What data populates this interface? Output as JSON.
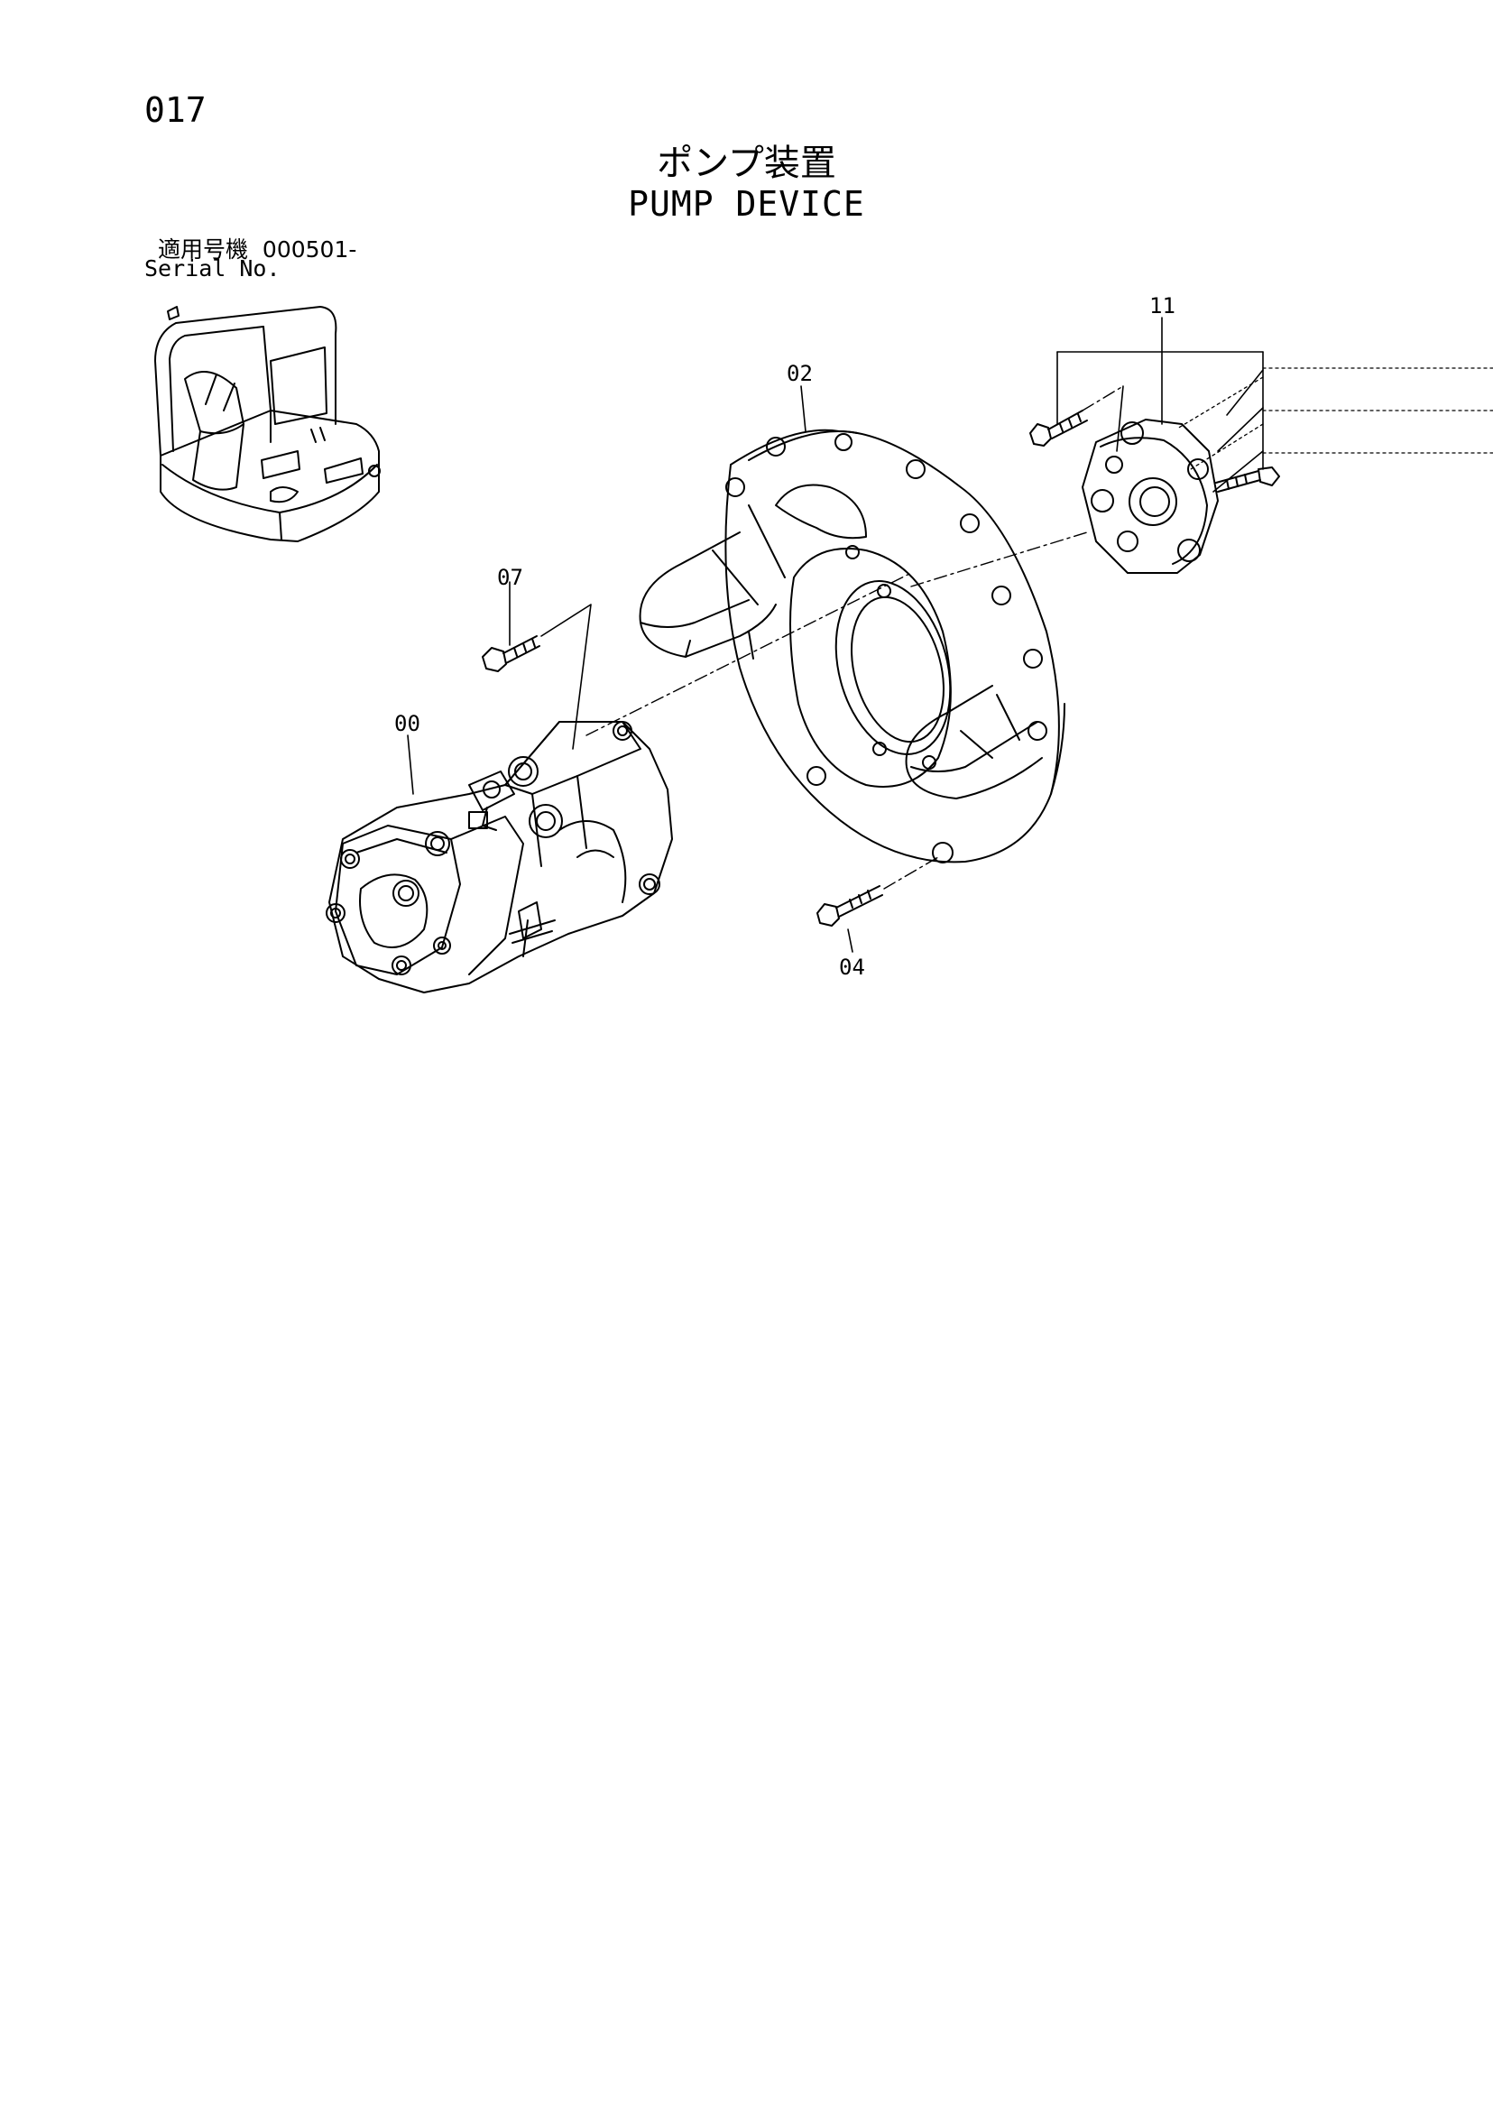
{
  "page": {
    "number": "017",
    "title_jp": "ポンプ装置",
    "title_en": "PUMP DEVICE"
  },
  "serial": {
    "label_jp": "適用号機",
    "label_en": "Serial No.",
    "value": "000501-"
  },
  "callouts": {
    "pump": "00",
    "housing": "02",
    "bolt_lower": "04",
    "bolt_upper": "07",
    "coupling": "11"
  }
}
